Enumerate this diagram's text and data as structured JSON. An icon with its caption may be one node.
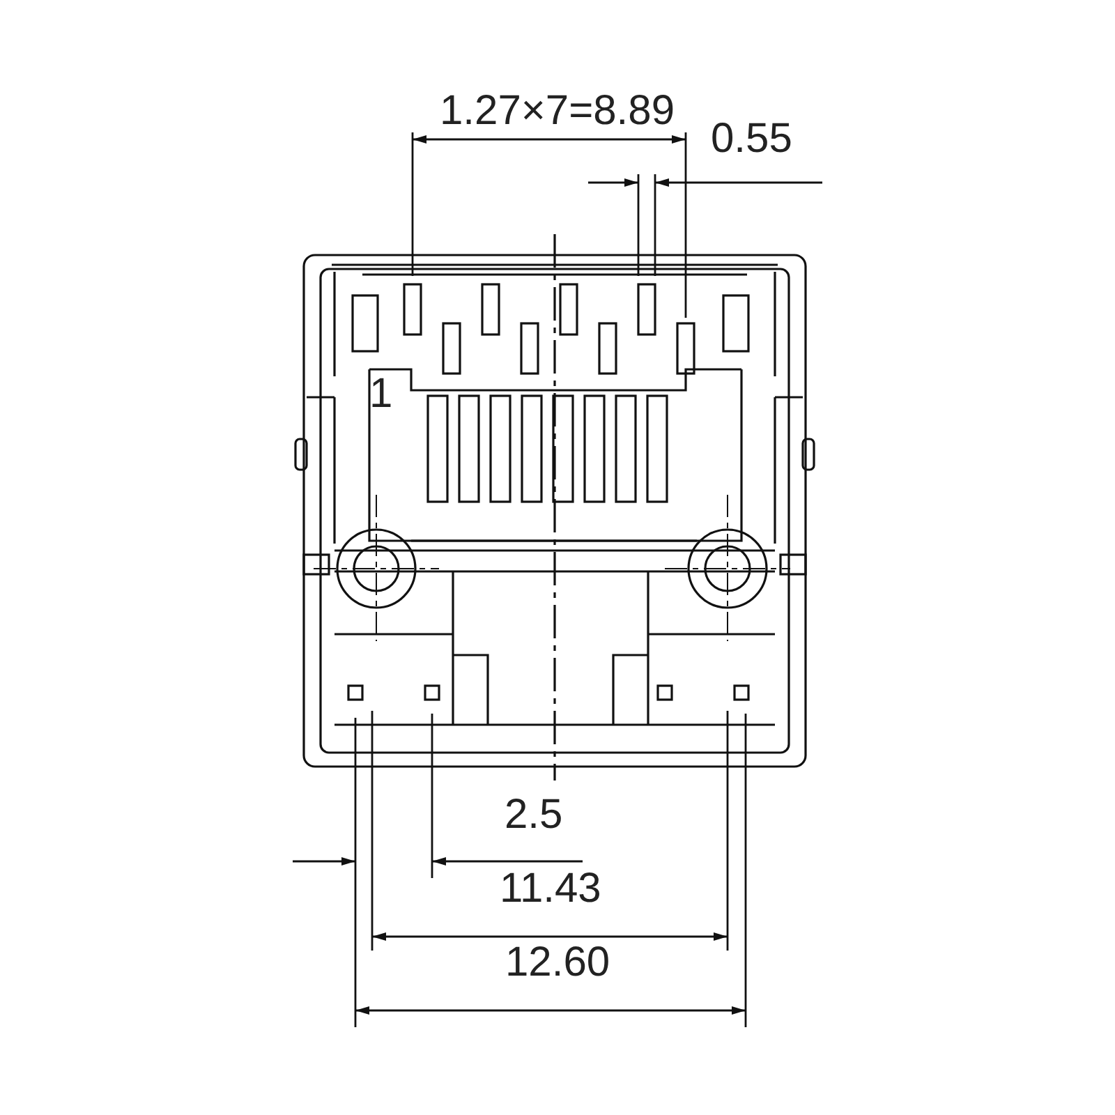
{
  "diagram": {
    "labels": [
      "1.27×7=8.89",
      "0.55",
      "1",
      "2.5",
      "11.43",
      "12.60"
    ]
  }
}
